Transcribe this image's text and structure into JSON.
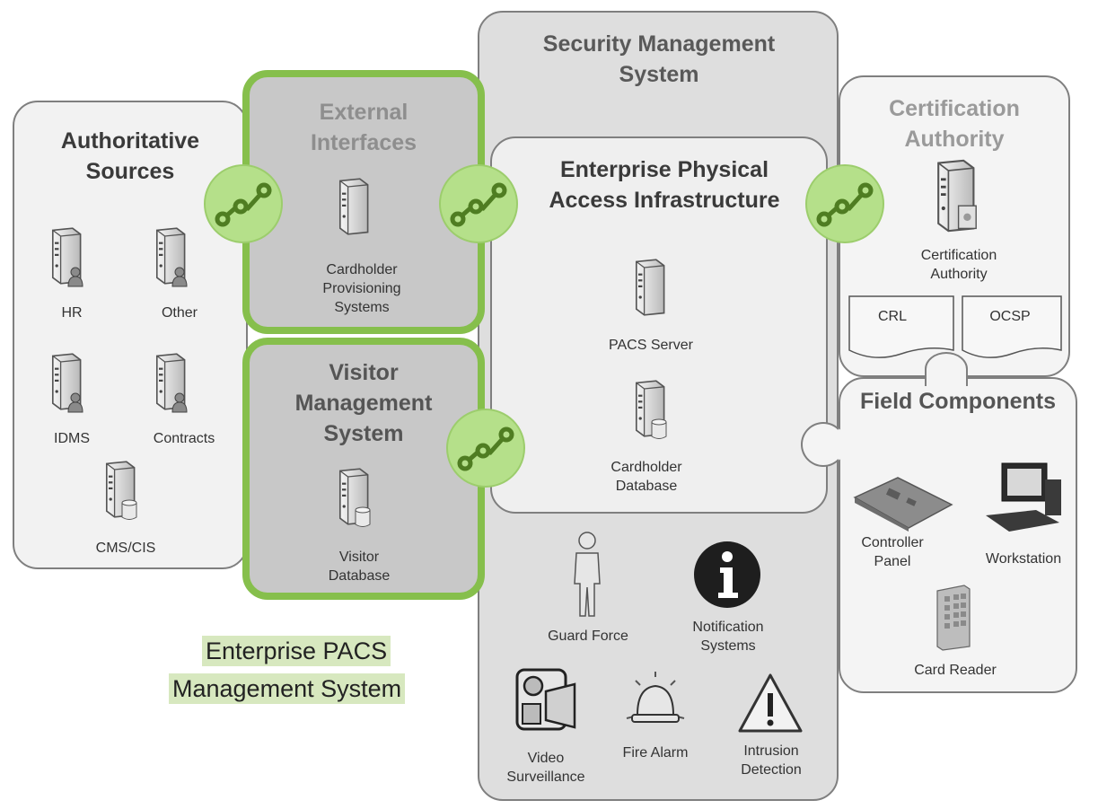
{
  "authoritative_sources": {
    "title": "Authoritative Sources",
    "items": [
      "HR",
      "Other",
      "IDMS",
      "Contracts",
      "CMS/CIS"
    ]
  },
  "external_interfaces": {
    "title": "External Interfaces",
    "item": "Cardholder Provisioning Systems"
  },
  "visitor_management": {
    "title": "Visitor Management System",
    "item": "Visitor Database"
  },
  "security_management": {
    "title": "Security Management System",
    "items": [
      "Guard Force",
      "Notification Systems",
      "Video Surveillance",
      "Fire Alarm",
      "Intrusion Detection"
    ]
  },
  "epaci": {
    "title": "Enterprise Physical Access Infrastructure",
    "items": [
      "PACS Server",
      "Cardholder Database"
    ]
  },
  "certification_authority": {
    "title": "Certification Authority",
    "item": "Certification Authority",
    "crl": "CRL",
    "ocsp": "OCSP"
  },
  "field_components": {
    "title": "Field Components",
    "items": [
      "Controller Panel",
      "Workstation",
      "Card Reader"
    ]
  },
  "caption": {
    "line1": "Enterprise PACS",
    "line2": "Management System"
  },
  "colors": {
    "green_border": "#86bf4c",
    "connector_fill": "#b5e08a",
    "connector_icon": "#5a8a2a"
  },
  "icons": [
    "server-user-icon",
    "server-icon",
    "database-server-icon",
    "certificate-server-icon",
    "person-icon",
    "info-icon",
    "camera-icon",
    "bell-icon",
    "warning-icon",
    "controller-panel-icon",
    "workstation-icon",
    "card-reader-icon",
    "connector-icon"
  ]
}
